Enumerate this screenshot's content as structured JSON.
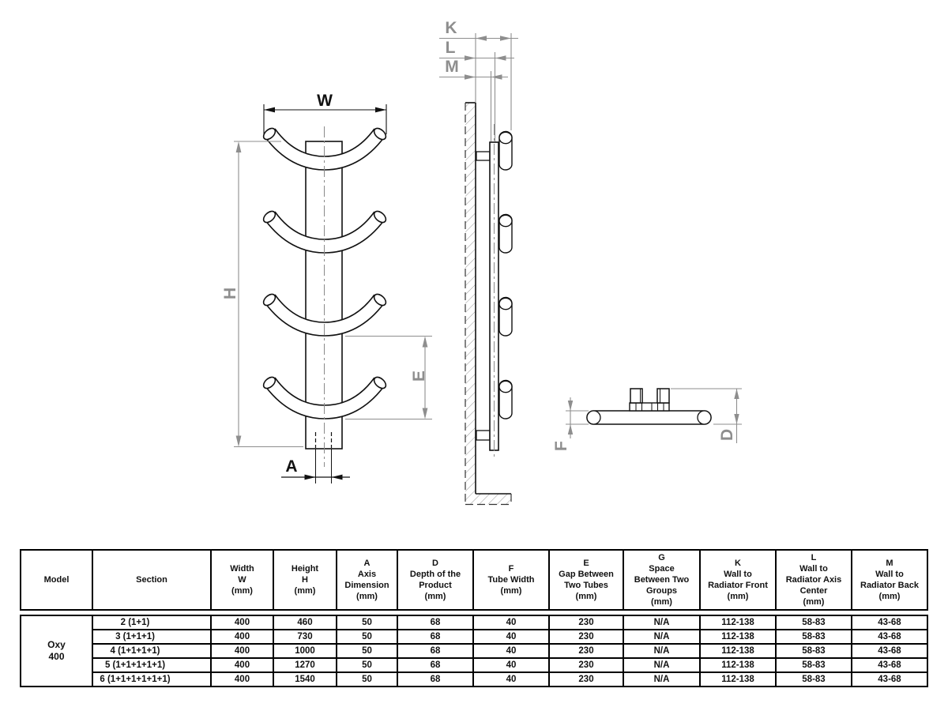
{
  "dimension_labels": {
    "width": "W",
    "height": "H",
    "tube_gap": "E",
    "axis": "A",
    "wall_to_front": "K",
    "wall_to_axis": "L",
    "wall_to_back": "M",
    "tube_width": "F",
    "depth": "D"
  },
  "colors": {
    "ink": "#111111",
    "dim": "#8e8e8e",
    "background": "#ffffff"
  },
  "table": {
    "headers": [
      {
        "id": "model",
        "lines": [
          "Model"
        ]
      },
      {
        "id": "section",
        "lines": [
          "Section"
        ]
      },
      {
        "id": "width",
        "lines": [
          "Width",
          "W",
          "(mm)"
        ]
      },
      {
        "id": "height",
        "lines": [
          "Height",
          "H",
          "(mm)"
        ]
      },
      {
        "id": "axis",
        "lines": [
          "A",
          "Axis",
          "Dimension",
          "(mm)"
        ]
      },
      {
        "id": "depth",
        "lines": [
          "D",
          "Depth of the",
          "Product",
          "(mm)"
        ]
      },
      {
        "id": "tube_width",
        "lines": [
          "F",
          "Tube Width",
          "(mm)"
        ]
      },
      {
        "id": "tube_gap",
        "lines": [
          "E",
          "Gap Between",
          "Two Tubes",
          "(mm)"
        ]
      },
      {
        "id": "group_space",
        "lines": [
          "G",
          "Space",
          "Between Two",
          "Groups",
          "(mm)"
        ]
      },
      {
        "id": "wall_front",
        "lines": [
          "K",
          "Wall to",
          "Radiator Front",
          "(mm)"
        ]
      },
      {
        "id": "wall_axis",
        "lines": [
          "L",
          "Wall to",
          "Radiator Axis",
          "Center",
          "(mm)"
        ]
      },
      {
        "id": "wall_back",
        "lines": [
          "M",
          "Wall to",
          "Radiator Back",
          "(mm)"
        ]
      }
    ],
    "model": {
      "lines": [
        "Oxy",
        "400"
      ]
    },
    "rows": [
      {
        "section": "2 (1+1)",
        "values": [
          "400",
          "460",
          "50",
          "68",
          "40",
          "230",
          "N/A",
          "112-138",
          "58-83",
          "43-68"
        ]
      },
      {
        "section": "3 (1+1+1)",
        "values": [
          "400",
          "730",
          "50",
          "68",
          "40",
          "230",
          "N/A",
          "112-138",
          "58-83",
          "43-68"
        ]
      },
      {
        "section": "4 (1+1+1+1)",
        "values": [
          "400",
          "1000",
          "50",
          "68",
          "40",
          "230",
          "N/A",
          "112-138",
          "58-83",
          "43-68"
        ]
      },
      {
        "section": "5 (1+1+1+1+1)",
        "values": [
          "400",
          "1270",
          "50",
          "68",
          "40",
          "230",
          "N/A",
          "112-138",
          "58-83",
          "43-68"
        ]
      },
      {
        "section": "6 (1+1+1+1+1+1)",
        "values": [
          "400",
          "1540",
          "50",
          "68",
          "40",
          "230",
          "N/A",
          "112-138",
          "58-83",
          "43-68"
        ]
      }
    ]
  }
}
